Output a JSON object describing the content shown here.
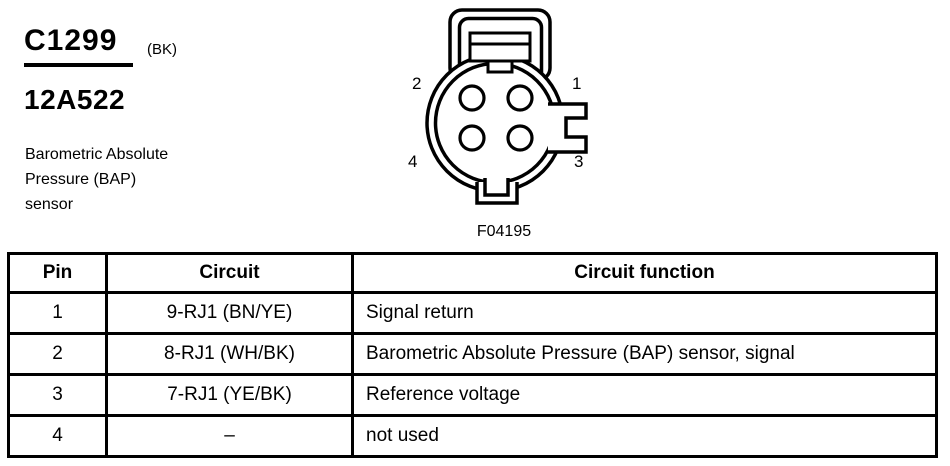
{
  "header": {
    "connector_id": "C1299",
    "connector_color": "(BK)",
    "part_number": "12A522",
    "description_lines": [
      "Barometric Absolute",
      "Pressure (BAP)",
      "sensor"
    ]
  },
  "diagram": {
    "figure_label": "F04195",
    "pin_labels": {
      "top_left": "2",
      "top_right": "1",
      "bottom_left": "4",
      "bottom_right": "3"
    }
  },
  "table": {
    "columns": [
      "Pin",
      "Circuit",
      "Circuit function"
    ],
    "rows": [
      {
        "pin": "1",
        "circuit": "9-RJ1 (BN/YE)",
        "function": "Signal return"
      },
      {
        "pin": "2",
        "circuit": "8-RJ1 (WH/BK)",
        "function": "Barometric Absolute Pressure (BAP) sensor, signal"
      },
      {
        "pin": "3",
        "circuit": "7-RJ1 (YE/BK)",
        "function": "Reference voltage"
      },
      {
        "pin": "4",
        "circuit": "–",
        "function": "not used"
      }
    ]
  },
  "colors": {
    "ink": "#000000",
    "background": "#ffffff"
  }
}
